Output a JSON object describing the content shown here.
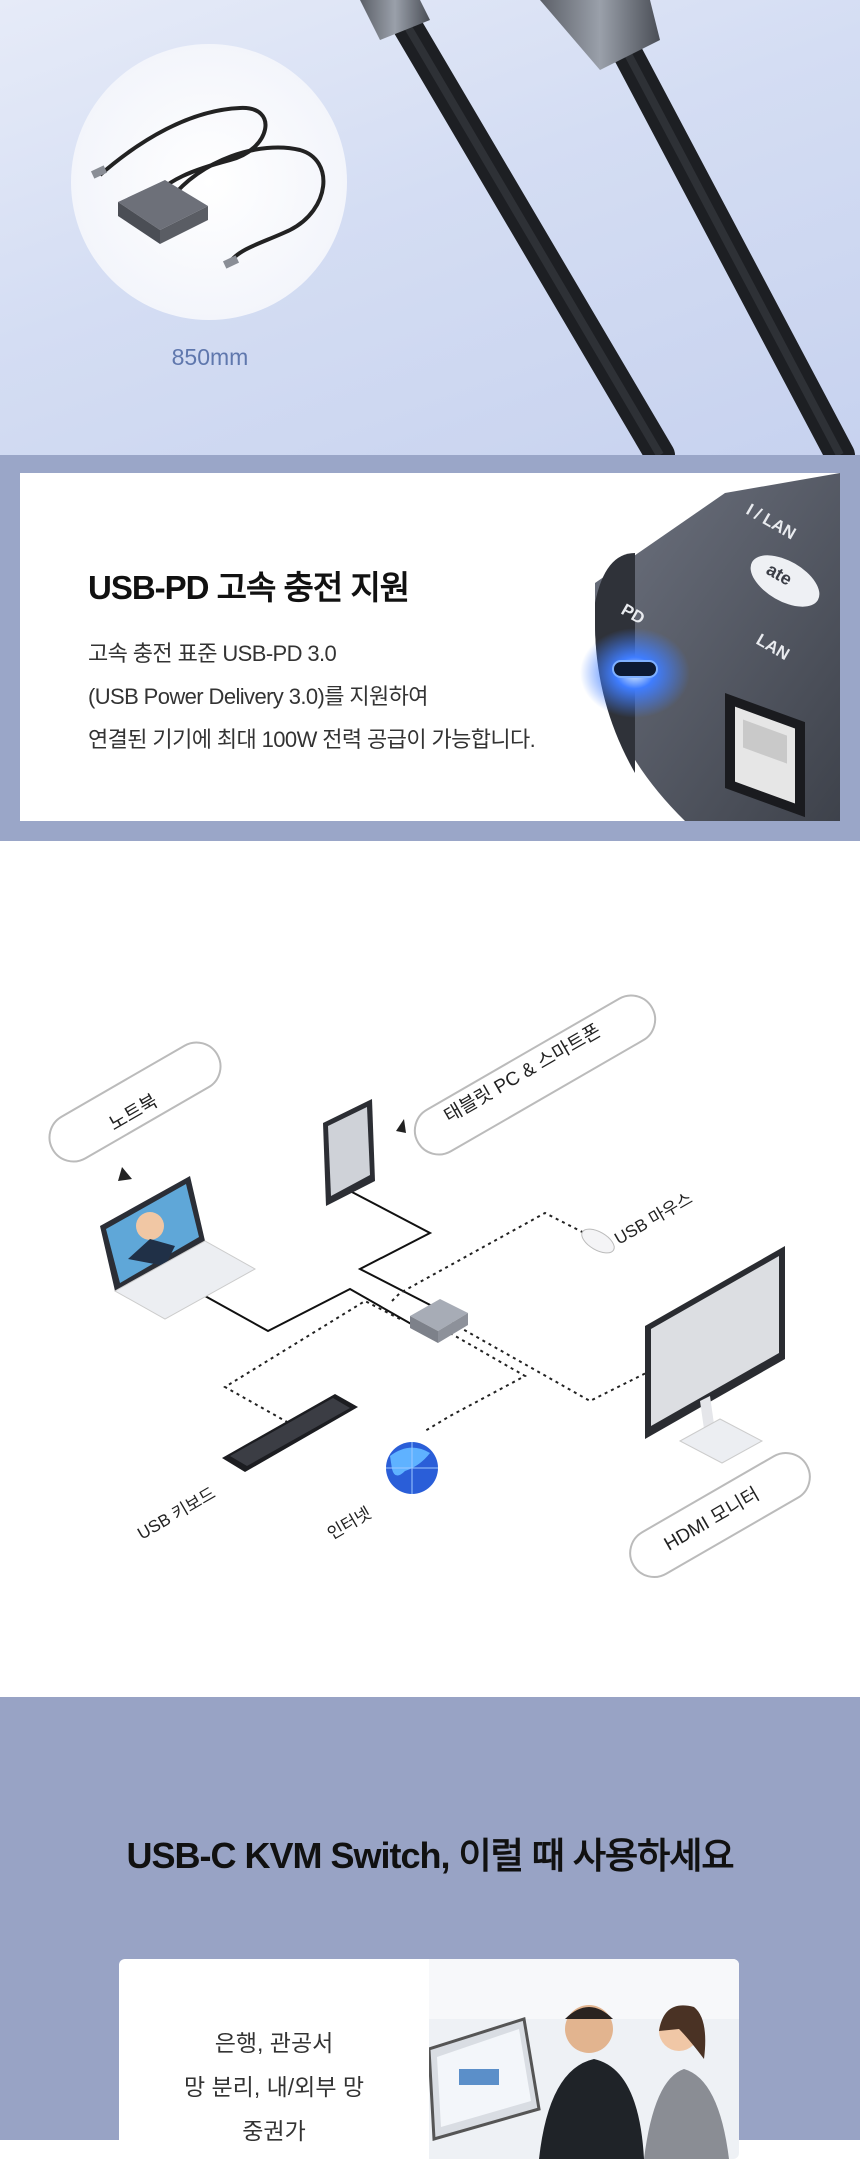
{
  "hero": {
    "length_label": "850mm"
  },
  "pd_section": {
    "title": "USB-PD 고속 충전 지원",
    "lines": [
      "고속 충전 표준 USB-PD 3.0",
      "(USB Power Delivery 3.0)를 지원하여",
      "연결된 기기에 최대 100W 전력 공급이 가능합니다."
    ],
    "port_labels": [
      "PD",
      "LAN",
      "I / LAN",
      "ate"
    ]
  },
  "diagram": {
    "labels": {
      "laptop": "노트북",
      "tablet": "태블릿 PC & 스마트폰",
      "mouse": "USB 마우스",
      "keyboard": "USB 키보드",
      "internet": "인터넷",
      "monitor": "HDMI 모니터"
    }
  },
  "usage": {
    "title": "USB-C KVM Switch, 이럴 때 사용하세요",
    "card1_lines": [
      "은행, 관공서",
      "망 분리, 내/외부 망",
      "중권가"
    ]
  },
  "colors": {
    "accent_blue": "#5f77ad",
    "band": "#9aa6c8",
    "pd_glow": "#3f7dff"
  }
}
